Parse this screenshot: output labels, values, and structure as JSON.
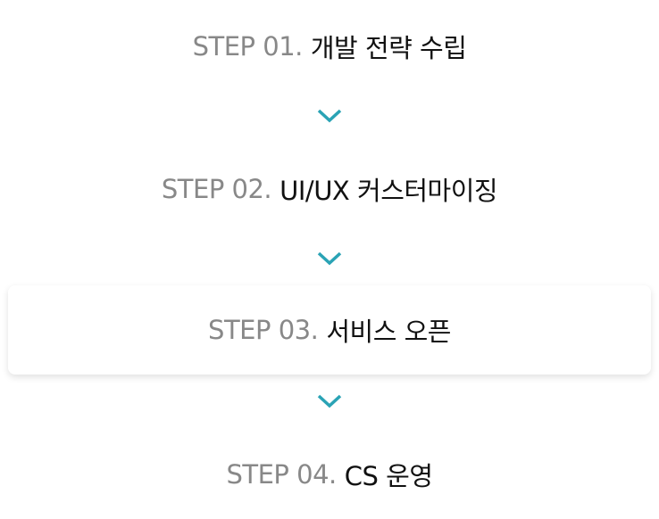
{
  "steps": [
    {
      "number": "STEP 01.",
      "title": "개발 전략 수립",
      "active": false
    },
    {
      "number": "STEP 02.",
      "title": "UI/UX 커스터마이징",
      "active": false
    },
    {
      "number": "STEP 03.",
      "title": "서비스 오픈",
      "active": true
    },
    {
      "number": "STEP 04.",
      "title": "CS 운영",
      "active": false
    }
  ],
  "colors": {
    "accent": "#2aa3b5",
    "step_number": "#888888",
    "title": "#111111"
  },
  "icons": {
    "separator": "chevron-down-icon"
  }
}
